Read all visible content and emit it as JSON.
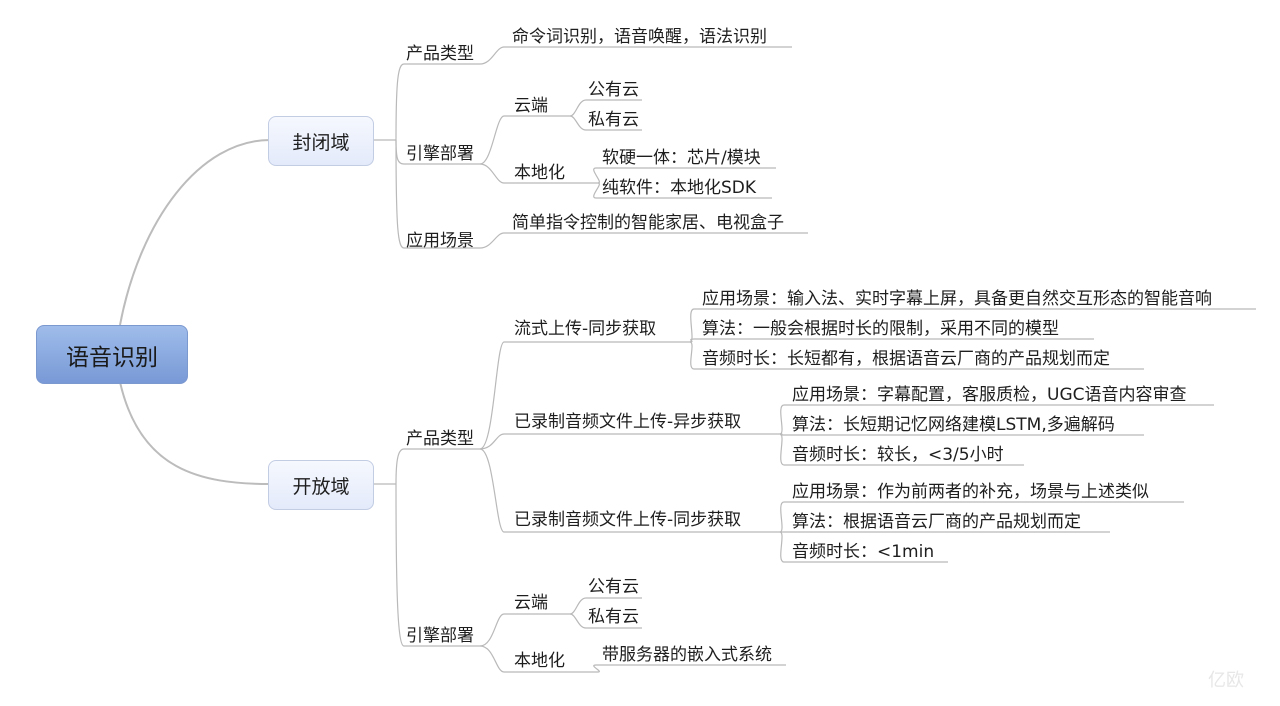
{
  "root": "语音识别",
  "closed": {
    "label": "封闭域",
    "product_type": "产品类型",
    "product_desc": "命令词识别，语音唤醒，语法识别",
    "engine": "引擎部署",
    "cloud": "云端",
    "public_cloud": "公有云",
    "private_cloud": "私有云",
    "local": "本地化",
    "local_item1": "软硬一体：芯片/模块",
    "local_item2": "纯软件：本地化SDK",
    "scenario": "应用场景",
    "scenario_desc": "简单指令控制的智能家居、电视盒子"
  },
  "open": {
    "label": "开放域",
    "product_type": "产品类型",
    "streaming": {
      "label": "流式上传-同步获取",
      "scenario": "应用场景：输入法、实时字幕上屏，具备更自然交互形态的智能音响",
      "algorithm": "算法：一般会根据时长的限制，采用不同的模型",
      "duration": "音频时长：长短都有，根据语音云厂商的产品规划而定"
    },
    "async": {
      "label": "已录制音频文件上传-异步获取",
      "scenario": "应用场景：字幕配置，客服质检，UGC语音内容审查",
      "algorithm": "算法：长短期记忆网络建模LSTM,多遍解码",
      "duration": "音频时长：较长，<3/5小时"
    },
    "sync": {
      "label": "已录制音频文件上传-同步获取",
      "scenario": "应用场景：作为前两者的补充，场景与上述类似",
      "algorithm": "算法：根据语音云厂商的产品规划而定",
      "duration": "音频时长：<1min"
    },
    "engine": "引擎部署",
    "cloud": "云端",
    "public_cloud": "公有云",
    "private_cloud": "私有云",
    "local": "本地化",
    "local_item": "带服务器的嵌入式系统"
  },
  "watermark": "亿欧"
}
